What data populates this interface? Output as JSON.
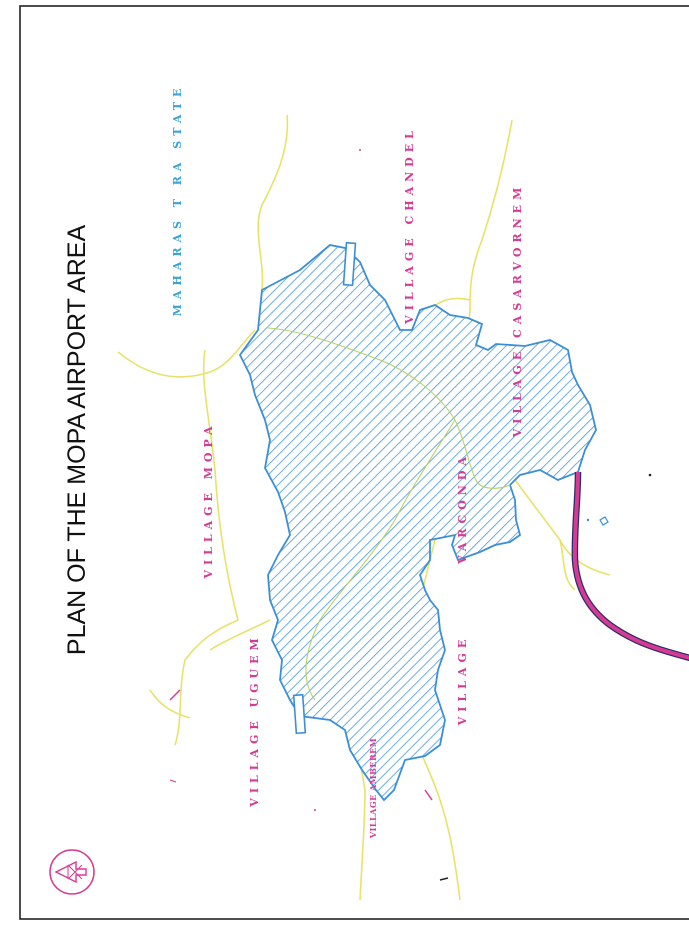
{
  "map": {
    "title": "PLAN OF THE MOPA AIRPORT AREA",
    "labels": {
      "maharashtra_state": "MAHARAS T RA STATE",
      "village_chandel": "VILLAGE CHANDEL",
      "village_casarvornem": "VILLAGE CASARVORNEM",
      "village_mopa": "VILLAGE MOPA",
      "varconda": "VARCONDA",
      "village_uguem": "VILLAGE UGUEM",
      "village": "VILLAGE",
      "village_amberem": "VILLAGE AMBEREM"
    },
    "icons": {
      "north_arrow": "north-arrow-icon"
    },
    "colors": {
      "airport_area_fill": "#3b8fd6",
      "boundary": "#e9e36a",
      "road": "#d63a93",
      "labels_village": "#d63a93",
      "labels_state": "#3aa3d8",
      "frame": "#222222"
    }
  }
}
